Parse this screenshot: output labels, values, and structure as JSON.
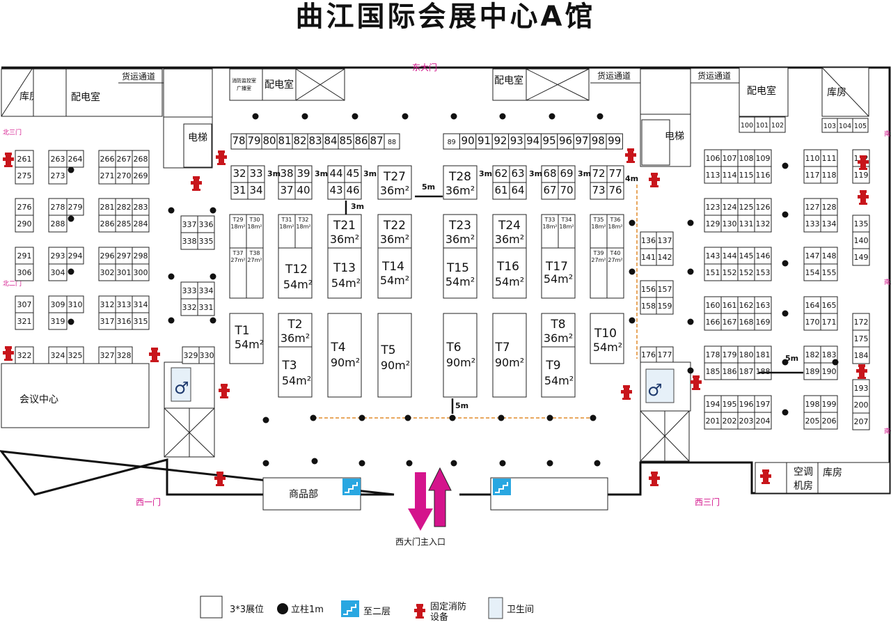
{
  "title": "曲江国际会展中心A馆",
  "doors": {
    "east_main": "东大门",
    "west_one": "西一门",
    "west_three": "西三门",
    "north_three": "北三门",
    "north_two": "北二门",
    "south_three": "南三门",
    "south_two": "南二门",
    "south_one": "南一门",
    "main_entrance": "西大门主入口"
  },
  "rooms": {
    "storage": "库房",
    "power_room": "配电室",
    "cargo": "货运通道",
    "elevator": "电梯",
    "fire_control": "消防监控室",
    "broadcast": "广播室",
    "conference": "会议中心",
    "shop": "商品部",
    "ac_room_1": "空调",
    "ac_room_2": "机房"
  },
  "gaps": {
    "three_m": "3m",
    "four_m": "4m",
    "five_m": "5m"
  },
  "booths": {
    "top_row_left": [
      "78",
      "79",
      "80",
      "81",
      "82",
      "83",
      "84",
      "85",
      "86",
      "87",
      "88"
    ],
    "top_row_right": [
      "89",
      "90",
      "91",
      "92",
      "93",
      "94",
      "95",
      "96",
      "97",
      "98",
      "99"
    ],
    "top_right_small": [
      "100",
      "101",
      "102",
      "103",
      "104",
      "105"
    ],
    "block_a_top": [
      "32",
      "33",
      "38",
      "39",
      "44",
      "45",
      "62",
      "63",
      "68",
      "69",
      "72",
      "77"
    ],
    "block_a_bottom": [
      "31",
      "34",
      "37",
      "40",
      "43",
      "46",
      "61",
      "64",
      "67",
      "70",
      "73",
      "76"
    ],
    "left_grid": [
      "261",
      "275",
      "263",
      "264",
      "273",
      "266",
      "267",
      "268",
      "271",
      "270",
      "269",
      "276",
      "290",
      "278",
      "279",
      "288",
      "281",
      "282",
      "283",
      "286",
      "285",
      "284",
      "291",
      "306",
      "293",
      "294",
      "304",
      "296",
      "297",
      "298",
      "302",
      "301",
      "300",
      "307",
      "321",
      "309",
      "310",
      "319",
      "312",
      "313",
      "314",
      "317",
      "316",
      "315",
      "322",
      "324",
      "325",
      "327",
      "328",
      "329",
      "330"
    ],
    "mid_left": [
      "337",
      "336",
      "338",
      "335",
      "333",
      "334",
      "332",
      "331"
    ],
    "right_mid": [
      "136",
      "137",
      "141",
      "142",
      "156",
      "157",
      "158",
      "159",
      "176",
      "177"
    ],
    "right_grid": [
      "106",
      "107",
      "108",
      "109",
      "113",
      "114",
      "115",
      "116",
      "110",
      "111",
      "117",
      "118",
      "112",
      "119",
      "123",
      "124",
      "125",
      "126",
      "129",
      "130",
      "131",
      "132",
      "127",
      "128",
      "133",
      "134",
      "135",
      "140",
      "149",
      "143",
      "144",
      "145",
      "146",
      "151",
      "152",
      "152",
      "153",
      "147",
      "148",
      "154",
      "155",
      "160",
      "161",
      "162",
      "163",
      "166",
      "167",
      "168",
      "169",
      "164",
      "165",
      "170",
      "171",
      "172",
      "175",
      "184",
      "178",
      "179",
      "180",
      "181",
      "185",
      "186",
      "187",
      "188",
      "182",
      "183",
      "189",
      "190",
      "193",
      "200",
      "207",
      "194",
      "195",
      "196",
      "197",
      "201",
      "202",
      "203",
      "204",
      "198",
      "199",
      "205",
      "206"
    ]
  },
  "special_booths": {
    "T1": "T1",
    "T2": "T2",
    "T3": "T3",
    "T4": "T4",
    "T5": "T5",
    "T6": "T6",
    "T7": "T7",
    "T8": "T8",
    "T9": "T9",
    "T10": "T10",
    "T12": "T12",
    "T13": "T13",
    "T14": "T14",
    "T15": "T15",
    "T16": "T16",
    "T17": "T17",
    "T21": "T21",
    "T22": "T22",
    "T23": "T23",
    "T24": "T24",
    "T27": "T27",
    "T28": "T28",
    "T29": "T29",
    "T30": "T30",
    "T31": "T31",
    "T32": "T32",
    "T33": "T33",
    "T34": "T34",
    "T35": "T35",
    "T36": "T36",
    "T37": "T37",
    "T38": "T38",
    "T39": "T39",
    "T40": "T40",
    "s18": "18m²",
    "s27": "27m²",
    "s36": "36m²",
    "s54": "54m²",
    "s90": "90m²"
  },
  "legend": {
    "booth": "3*3展位",
    "pillar": "立柱1m",
    "stairs": "至二层",
    "fire_1": "固定消防",
    "fire_2": "设备",
    "toilet": "卫生间"
  },
  "colors": {
    "accent": "#d4148c",
    "stairs": "#29a7e1",
    "fire": "#c8151b",
    "dash": "#e08a2a"
  },
  "icons": [
    "pillar-icon",
    "fire-hydrant-icon",
    "stairs-icon",
    "toilet-icon",
    "arrow-up-icon",
    "arrow-down-icon"
  ]
}
